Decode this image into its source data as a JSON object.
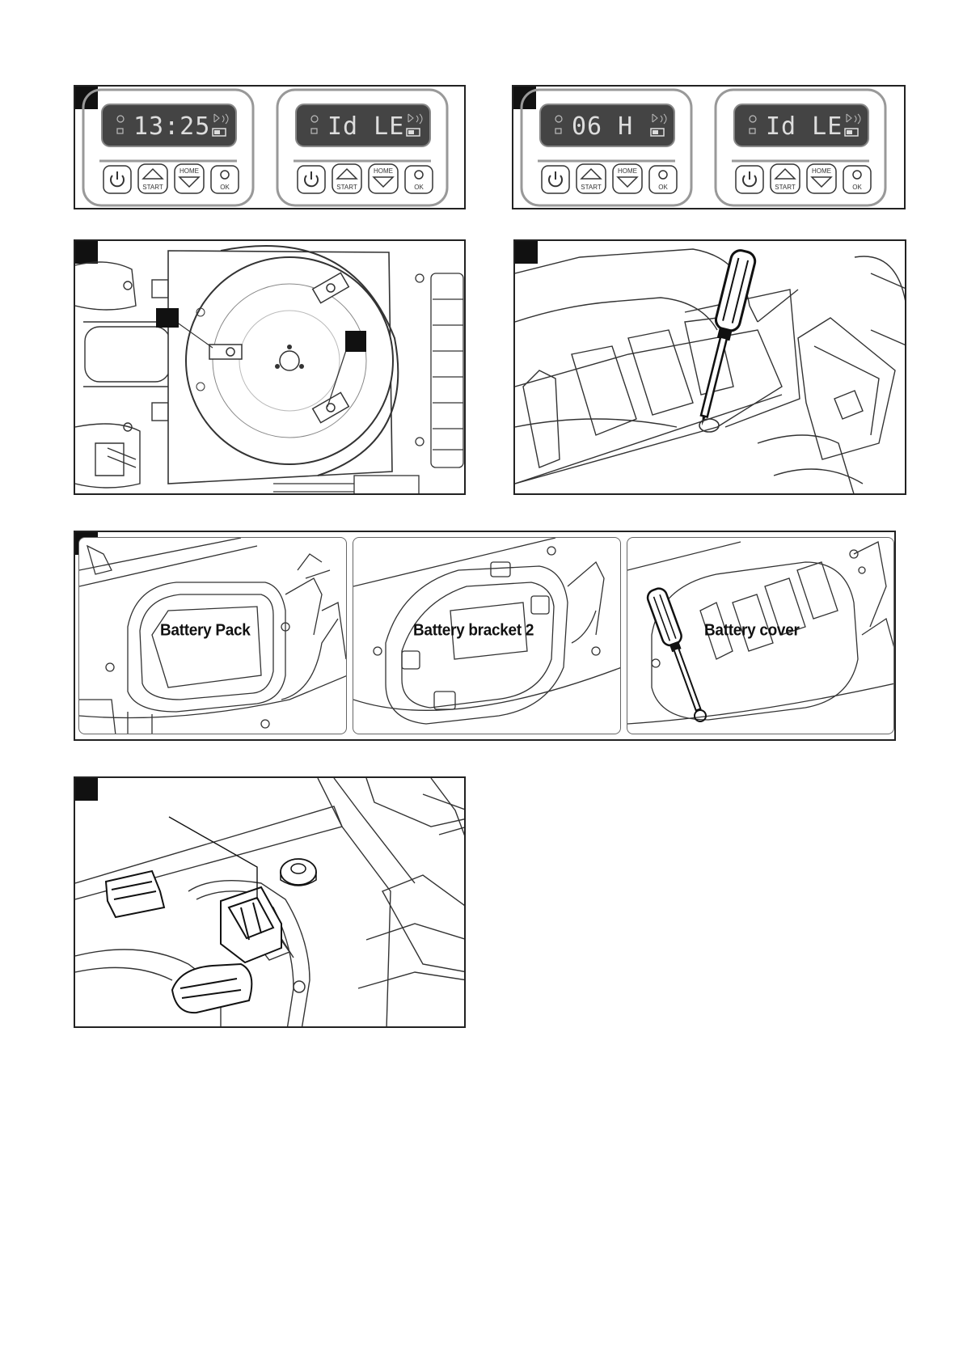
{
  "figures": {
    "fig1": {
      "badge": "",
      "panels": [
        {
          "display": "13:25",
          "buttons": {
            "start": "START",
            "home": "HOME",
            "ok": "OK"
          }
        },
        {
          "display": "Id LE",
          "buttons": {
            "start": "START",
            "home": "HOME",
            "ok": "OK"
          }
        }
      ]
    },
    "fig2": {
      "badge": "",
      "panels": [
        {
          "display": "06 H",
          "buttons": {
            "start": "START",
            "home": "HOME",
            "ok": "OK"
          }
        },
        {
          "display": "Id LE",
          "buttons": {
            "start": "START",
            "home": "HOME",
            "ok": "OK"
          }
        }
      ]
    },
    "fig3": {
      "badge": "",
      "callouts": [
        "",
        ""
      ]
    },
    "fig4": {
      "badge": ""
    },
    "fig5": {
      "badge": "",
      "labels": [
        "Battery Pack",
        "Battery bracket 2",
        "Battery cover"
      ]
    },
    "fig6": {
      "badge": ""
    }
  },
  "icons": [
    "power-icon",
    "start-up-arrow-icon",
    "home-down-arrow-icon",
    "gear-ok-icon",
    "clock-icon",
    "lock-icon",
    "bluetooth-icon",
    "wifi-icon",
    "battery-icon",
    "screwdriver-icon"
  ]
}
